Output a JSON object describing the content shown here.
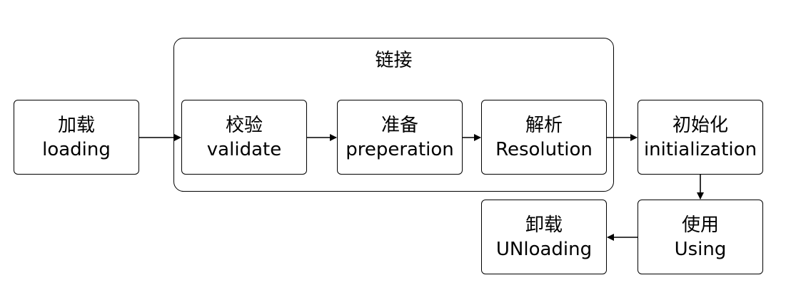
{
  "group": {
    "title": "链接"
  },
  "nodes": {
    "loading": {
      "cn": "加载",
      "en": "loading"
    },
    "validate": {
      "cn": "校验",
      "en": "validate"
    },
    "preperation": {
      "cn": "准备",
      "en": "preperation"
    },
    "resolution": {
      "cn": "解析",
      "en": "Resolution"
    },
    "initialization": {
      "cn": "初始化",
      "en": "initialization"
    },
    "using": {
      "cn": "使用",
      "en": "Using"
    },
    "unloading": {
      "cn": "卸载",
      "en": "UNloading"
    }
  },
  "edges": [
    {
      "from": "loading",
      "to": "validate"
    },
    {
      "from": "validate",
      "to": "preperation"
    },
    {
      "from": "preperation",
      "to": "resolution"
    },
    {
      "from": "resolution",
      "to": "initialization"
    },
    {
      "from": "initialization",
      "to": "using"
    },
    {
      "from": "using",
      "to": "unloading"
    }
  ]
}
